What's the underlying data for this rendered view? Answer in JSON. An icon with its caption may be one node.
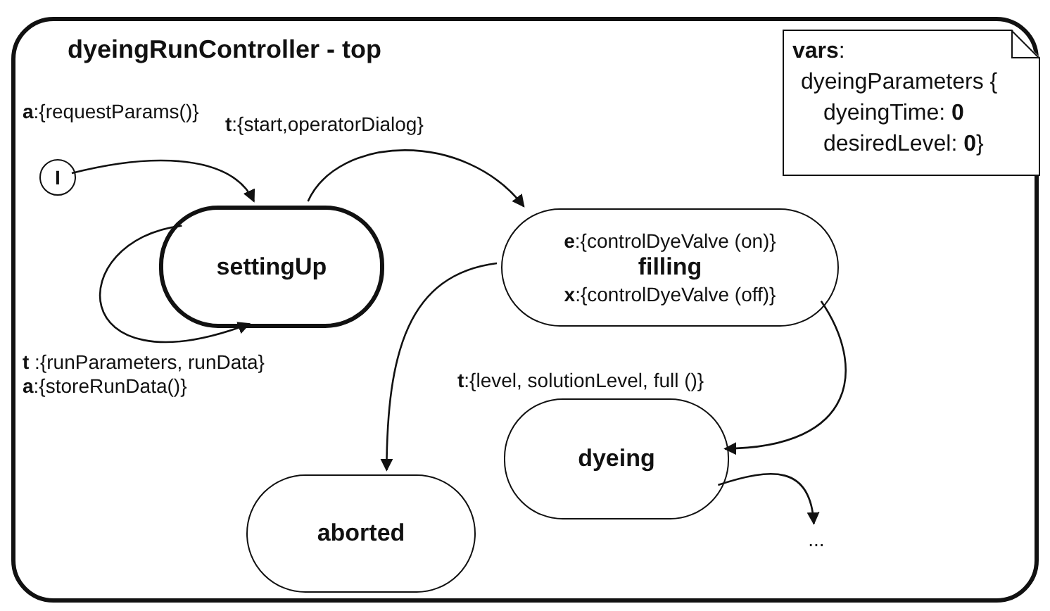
{
  "diagram": {
    "nodes": [
      {
        "text": [
          "dyeingRunController - top"
        ]
      },
      {
        "text": [
          "**vars**:",
          "dyeingParameters {",
          "dyeingTime: **0**",
          "desiredLevel: **0**}"
        ],
        "in": 0
      },
      {
        "text": [
          "I"
        ],
        "in": 0
      },
      {
        "text": [
          "settingUp"
        ],
        "in": 0
      },
      {
        "text": [
          "**e**:{controlDyeValve (on)}",
          "filling",
          "**x**:{controlDyeValve (off)}"
        ],
        "in": 0
      },
      {
        "text": [
          "dyeing"
        ],
        "in": 0
      },
      {
        "text": [
          "aborted"
        ],
        "in": 0
      },
      {
        "text": [
          "..."
        ],
        "in": 0
      }
    ],
    "edges": [
      {
        "from": 2,
        "to": 3,
        "arrow": "to",
        "label": "**a**:{requestParams()}"
      },
      {
        "from": 3,
        "to": 4,
        "arrow": "to",
        "label": "**t**:{start,operatorDialog}"
      },
      {
        "from": 3,
        "to": 3,
        "arrow": "to",
        "label": "**t** :{runParameters, runData} **a**:{storeRunData()}"
      },
      {
        "from": 4,
        "to": 6,
        "arrow": "to"
      },
      {
        "from": 4,
        "to": 5,
        "arrow": "to",
        "label": "**t**:{level, solutionLevel, full ()}"
      },
      {
        "from": 5,
        "to": 7,
        "arrow": "to"
      }
    ]
  }
}
